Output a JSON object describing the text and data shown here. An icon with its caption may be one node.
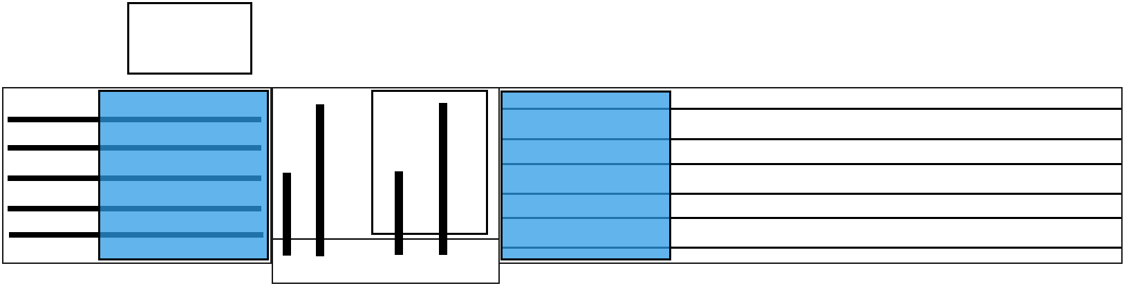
{
  "diagram": {
    "nodes": [
      {
        "text": [],
        "shape": "box"
      },
      {
        "text": [],
        "shape": "box"
      },
      {
        "text": [],
        "shape": "box",
        "in": 1
      },
      {
        "text": [],
        "shape": "box"
      },
      {
        "text": [],
        "shape": "box",
        "in": 3
      },
      {
        "text": [],
        "shape": "bar",
        "in": 3
      },
      {
        "text": [],
        "shape": "bar",
        "in": 3
      },
      {
        "text": [],
        "shape": "bar",
        "in": 3
      },
      {
        "text": [],
        "shape": "bar",
        "in": 3
      },
      {
        "text": [],
        "shape": "box"
      },
      {
        "text": [],
        "shape": "box",
        "in": 9
      }
    ]
  }
}
